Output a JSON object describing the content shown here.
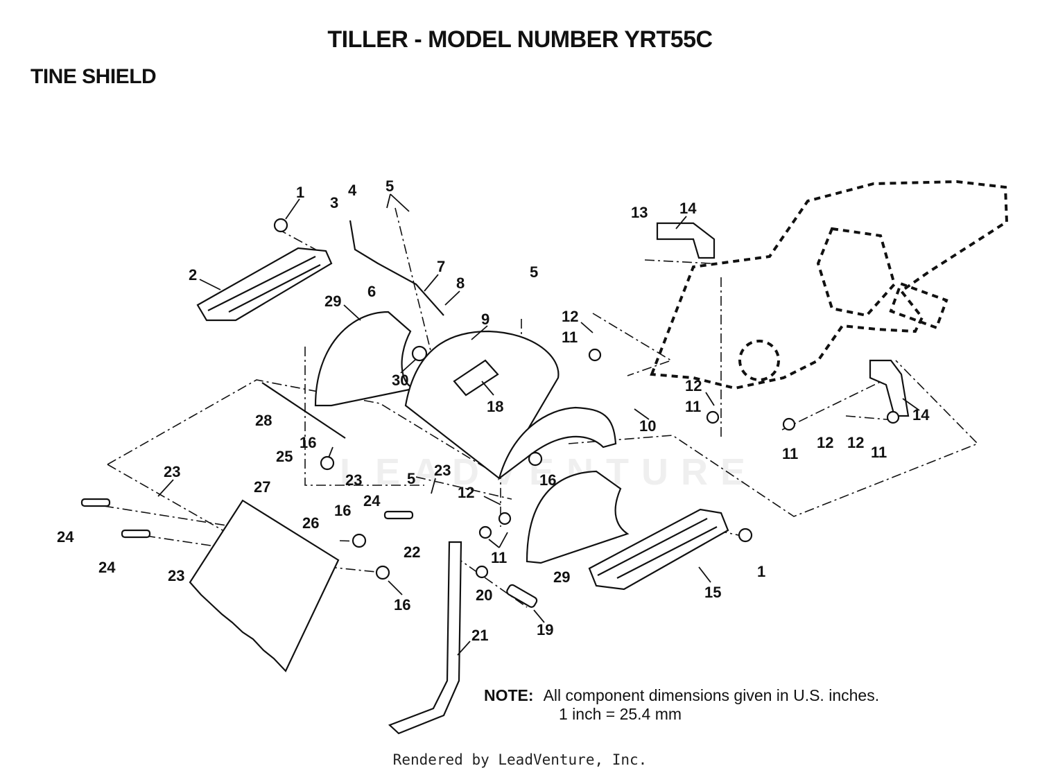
{
  "header": {
    "title": "TILLER - MODEL NUMBER YRT55C",
    "subtitle": "TINE SHIELD"
  },
  "callouts": [
    {
      "id": "c1a",
      "label": "1"
    },
    {
      "id": "c2",
      "label": "2"
    },
    {
      "id": "c3",
      "label": "3"
    },
    {
      "id": "c4",
      "label": "4"
    },
    {
      "id": "c5a",
      "label": "5"
    },
    {
      "id": "c6",
      "label": "6"
    },
    {
      "id": "c7",
      "label": "7"
    },
    {
      "id": "c8",
      "label": "8"
    },
    {
      "id": "c29a",
      "label": "29"
    },
    {
      "id": "c9",
      "label": "9"
    },
    {
      "id": "c5b",
      "label": "5"
    },
    {
      "id": "c30",
      "label": "30"
    },
    {
      "id": "c18",
      "label": "18"
    },
    {
      "id": "c13",
      "label": "13"
    },
    {
      "id": "c14a",
      "label": "14"
    },
    {
      "id": "c12a",
      "label": "12"
    },
    {
      "id": "c11a",
      "label": "11"
    },
    {
      "id": "c12b",
      "label": "12"
    },
    {
      "id": "c11b",
      "label": "11"
    },
    {
      "id": "c10",
      "label": "10"
    },
    {
      "id": "c14b",
      "label": "14"
    },
    {
      "id": "c11c",
      "label": "11"
    },
    {
      "id": "c12c",
      "label": "12"
    },
    {
      "id": "c12d",
      "label": "12"
    },
    {
      "id": "c11d",
      "label": "11"
    },
    {
      "id": "c28",
      "label": "28"
    },
    {
      "id": "c16a",
      "label": "16"
    },
    {
      "id": "c25",
      "label": "25"
    },
    {
      "id": "c23a",
      "label": "23"
    },
    {
      "id": "c5c",
      "label": "5"
    },
    {
      "id": "c23b",
      "label": "23"
    },
    {
      "id": "c16b",
      "label": "16"
    },
    {
      "id": "c23c",
      "label": "23"
    },
    {
      "id": "c27",
      "label": "27"
    },
    {
      "id": "c24a",
      "label": "24"
    },
    {
      "id": "c12e",
      "label": "12"
    },
    {
      "id": "c24b",
      "label": "24"
    },
    {
      "id": "c26",
      "label": "26"
    },
    {
      "id": "c16c",
      "label": "16"
    },
    {
      "id": "c24c",
      "label": "24"
    },
    {
      "id": "c23d",
      "label": "23"
    },
    {
      "id": "c22",
      "label": "22"
    },
    {
      "id": "c11e",
      "label": "11"
    },
    {
      "id": "c16d",
      "label": "16"
    },
    {
      "id": "c20",
      "label": "20"
    },
    {
      "id": "c29b",
      "label": "29"
    },
    {
      "id": "c15",
      "label": "15"
    },
    {
      "id": "c1b",
      "label": "1"
    },
    {
      "id": "c19",
      "label": "19"
    },
    {
      "id": "c21",
      "label": "21"
    }
  ],
  "note": {
    "label": "NOTE:",
    "line1": "All component dimensions given in U.S. inches.",
    "line2": "1 inch = 25.4 mm"
  },
  "watermark": "LEADVENTURE",
  "footer": "Rendered by LeadVenture, Inc."
}
